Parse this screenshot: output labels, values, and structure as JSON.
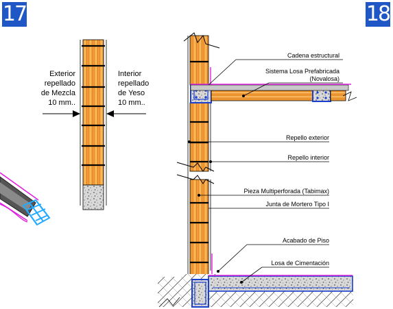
{
  "badges": {
    "left": "17",
    "right": "18"
  },
  "detail17": {
    "exterior_lines": [
      "Exterior",
      "repellado",
      "de Mezcla",
      "10 mm.."
    ],
    "interior_lines": [
      "Interior",
      "repellado",
      "de Yeso",
      "10 mm.."
    ]
  },
  "detail18": {
    "labels": {
      "cadena": "Cadena estructural",
      "losa_title": "Sistema Losa Prefabricada",
      "losa_sub": "(Novalosa)",
      "repello_ext": "Repello exterior",
      "repello_int": "Repello interior",
      "pieza": "Pieza Multiperforada (Tabimax)",
      "junta": "Junta de Mortero Tipo I",
      "acabado": "Acabado de Piso",
      "cimentacion": "Losa de Cimentación"
    }
  },
  "colors": {
    "badge_blue": "#1f57c6",
    "brick_orange": "#f0a040",
    "brick_lines": "#d2691e",
    "steel_blue": "#1a3fd0",
    "finish_magenta": "#e020e0",
    "concrete": "#c8c8c8"
  }
}
